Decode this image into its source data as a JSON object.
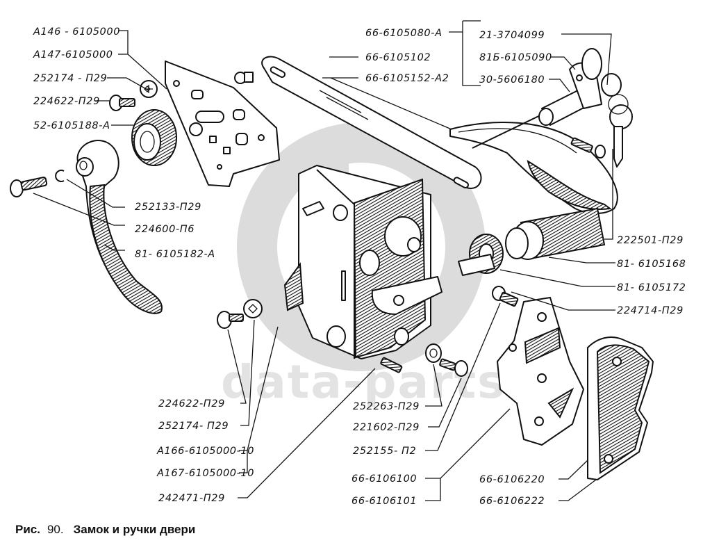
{
  "figure": {
    "prefix": "Рис.",
    "number": "90.",
    "title": "Замок и ручки двери"
  },
  "watermark": {
    "text": "data-parts"
  },
  "labels": {
    "a146": "А146 - 6105000",
    "a147": "А147-6105000",
    "p252174_top": "252174 - П29",
    "p224622_top": "224622-П29",
    "p52_6105188": "52-6105188-А",
    "p252133": "252133-П29",
    "p224600": "224600-П6",
    "p81_6105182": "81- 6105182-А",
    "p66_6105080": "66-6105080-А",
    "p66_6105102": "66-6105102",
    "p66_6105152": "66-6105152-А2",
    "p21_3704099": "21-3704099",
    "p81b_6105090": "81Б-6105090",
    "p30_5606180": "30-5606180",
    "p222501": "222501-П29",
    "p81_6105168": "81- 6105168",
    "p81_6105172": "81- 6105172",
    "p224714": "224714-П29",
    "p224622_bot": "224622-П29",
    "p252174_bot": "252174- П29",
    "a166": "А166-6105000-10",
    "a167": "А167-6105000-10",
    "p242471": "242471-П29",
    "p252263": "252263-П29",
    "p221602": "221602-П29",
    "p252155": "252155- П2",
    "p66_6106100": "66-6106100",
    "p66_6106101": "66-6106101",
    "p66_6106220": "66-6106220",
    "p66_6106222": "66-6106222"
  }
}
